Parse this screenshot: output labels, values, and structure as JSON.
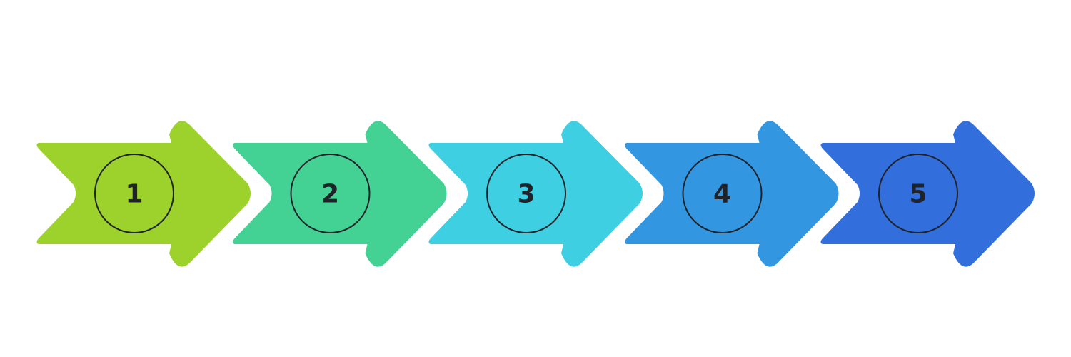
{
  "steps": [
    {
      "number": "1",
      "color": "#9dd22c"
    },
    {
      "number": "2",
      "color": "#43d194"
    },
    {
      "number": "3",
      "color": "#3ecfe2"
    },
    {
      "number": "4",
      "color": "#3396e0"
    },
    {
      "number": "5",
      "color": "#326fdc"
    }
  ],
  "circle_stroke": "#1f2329",
  "number_color": "#1f2329"
}
